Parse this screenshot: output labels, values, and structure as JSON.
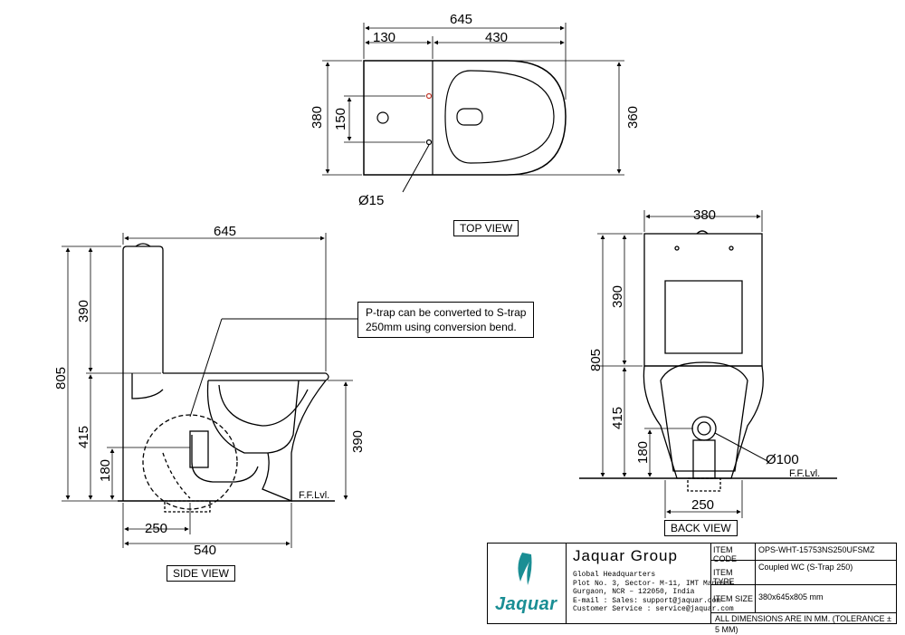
{
  "views": {
    "top": "TOP VIEW",
    "side": "SIDE VIEW",
    "back": "BACK VIEW"
  },
  "dimensions": {
    "top_length": "645",
    "top_tank": "130",
    "top_bowl": "430",
    "top_width": "380",
    "top_width_bowl": "360",
    "top_holes": "150",
    "top_hole_dia": "Ø15",
    "side_length": "645",
    "side_height": "805",
    "side_tank": "390",
    "side_seat": "415",
    "side_outlet": "180",
    "side_bowl_h": "390",
    "side_setout": "250",
    "side_base": "540",
    "back_width": "380",
    "back_tank": "390",
    "back_height": "805",
    "back_seat": "415",
    "back_outlet": "180",
    "back_setout": "250",
    "back_dia": "Ø100"
  },
  "floor_label": "F.F.Lvl.",
  "note": {
    "line1": "P-trap can be converted to S-trap",
    "line2": "250mm using conversion bend."
  },
  "title_block": {
    "brand": "Jaquar",
    "company": "Jaquar Group",
    "address_lines": "Global Headquarters\nPlot No. 3, Sector- M-11, IMT Manesar\nGurgaon, NCR – 122050, India\nE-mail : Sales: support@jaquar.com\nCustomer Service : service@jaquar.com",
    "item_code_key": "ITEM CODE",
    "item_code_val": "OPS-WHT-15753NS250UFSMZ",
    "item_type_key": "ITEM TYPE",
    "item_type_val": "Coupled WC (S-Trap 250)",
    "item_size_key": "ITEM SIZE",
    "item_size_val": "380x645x805 mm",
    "footer": "ALL DIMENSIONS ARE IN MM. (TOLERANCE ± 5 MM)",
    "brand_color": "#1a8e94"
  }
}
